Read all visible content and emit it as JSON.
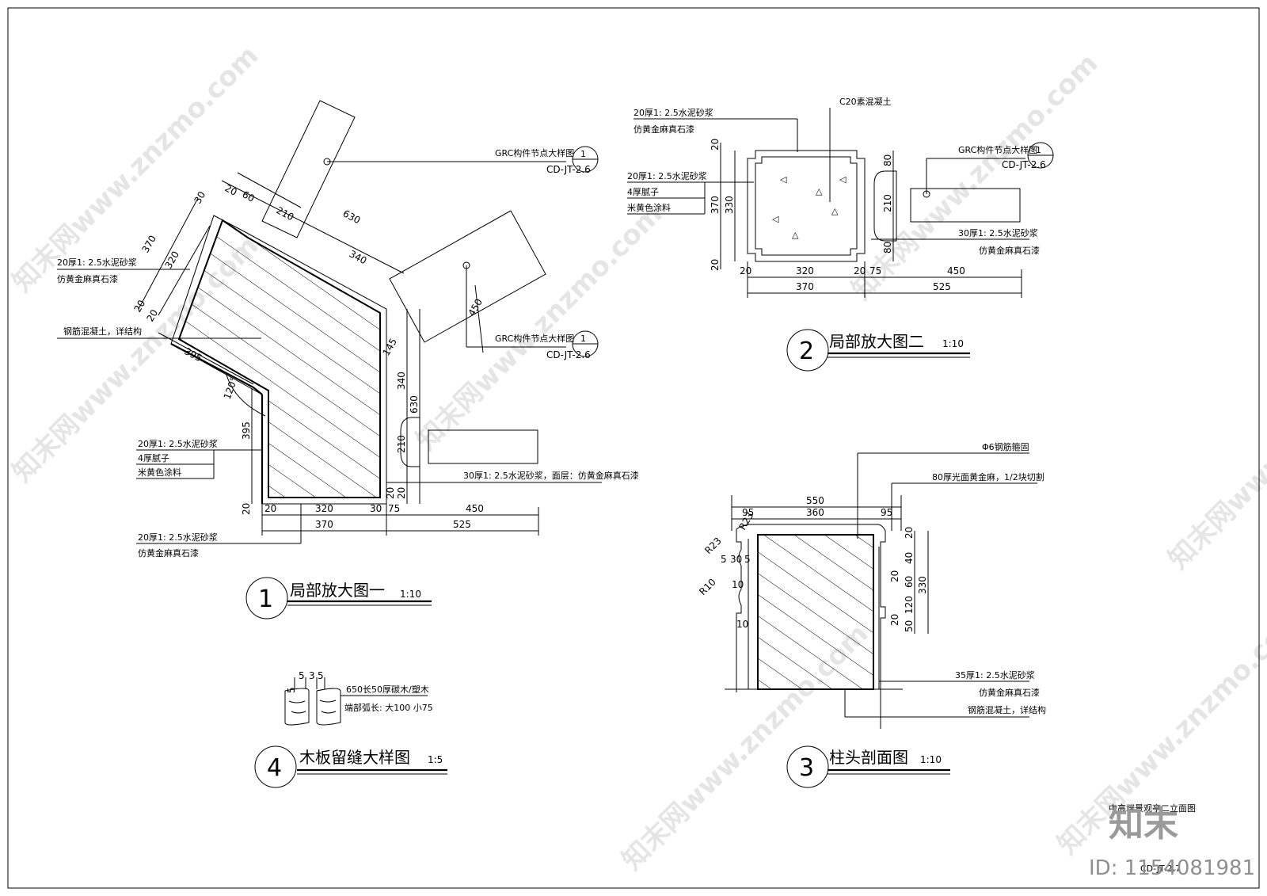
{
  "details": {
    "d1": {
      "number": "1",
      "title": "局部放大图一",
      "scale": "1:10",
      "labels": {
        "finish_top": "20厚1: 2.5水泥砂浆",
        "finish_top_sub": "仿黄金麻真石漆",
        "rc": "钢筋混凝土，详结构",
        "left_a": "20厚1: 2.5水泥砂浆",
        "left_b": "4厚腻子",
        "left_c": "米黄色涂料",
        "bottom_a": "20厚1: 2.5水泥砂浆",
        "bottom_b": "仿黄金麻真石漆",
        "right_a": "30厚1: 2.5水泥砂浆，面层：仿黄金麻真石漆"
      },
      "callouts": [
        {
          "title": "GRC构件节点大样图",
          "num": "1",
          "ref": "CD-JT-2.6"
        },
        {
          "title": "GRC构件节点大样图",
          "num": "1",
          "ref": "CD-JT-2.6"
        }
      ],
      "dims": {
        "d20a": "20",
        "d60": "60",
        "d210": "210",
        "d630": "630",
        "d30": "30",
        "d370": "370",
        "d320": "320",
        "d340": "340",
        "d450": "450",
        "d20b": "20",
        "d20c": "20",
        "d395a": "395",
        "d120": "120°",
        "d145": "145",
        "d340b": "340",
        "d630b": "630",
        "d395b": "395",
        "d210b": "210",
        "d20d": "20",
        "d20e": "20",
        "d20f": "20",
        "b20": "20",
        "b320": "320",
        "b30": "30",
        "b75": "75",
        "b450": "450",
        "b370": "370",
        "b525": "525"
      }
    },
    "d2": {
      "number": "2",
      "title": "局部放大图二",
      "scale": "1:10",
      "labels": {
        "top_a": "20厚1: 2.5水泥砂浆",
        "top_b": "仿黄金麻真石漆",
        "concrete": "C20素混凝土",
        "left_a": "20厚1: 2.5水泥砂浆",
        "left_b": "4厚腻子",
        "left_c": "米黄色涂料",
        "right_a": "30厚1: 2.5水泥砂浆",
        "right_b": "仿黄金麻真石漆"
      },
      "callout": {
        "title": "GRC构件节点大样图",
        "num": "1",
        "ref": "CD-JT-2.6"
      },
      "dims": {
        "v20a": "20",
        "v370": "370",
        "v330": "330",
        "v20b": "20",
        "r80a": "80",
        "r210": "210",
        "r80b": "80",
        "b20": "20",
        "b320": "320",
        "b20b": "20",
        "b75": "75",
        "b450": "450",
        "b370": "370",
        "b525": "525"
      }
    },
    "d3": {
      "number": "3",
      "title": "柱头剖面图",
      "scale": "1:10",
      "labels": {
        "rebar": "Φ6钢筋箍固",
        "marble": "80厚光面黄金麻，1/2块切割",
        "mortar": "35厚1: 2.5水泥砂浆",
        "stone": "仿黄金麻真石漆",
        "rc": "钢筋混凝土，详结构"
      },
      "dims": {
        "t550": "550",
        "t95a": "95",
        "t360": "360",
        "t95b": "95",
        "r23a": "R23",
        "r23b": "R23",
        "d5": "5",
        "d30": "30",
        "d5b": "5",
        "d10a": "10",
        "r10": "R10",
        "d10b": "10",
        "v20": "20",
        "v40": "40",
        "v20b": "20",
        "v60": "60",
        "v120": "120",
        "v20c": "20",
        "v50": "50",
        "v330": "330"
      }
    },
    "d4": {
      "number": "4",
      "title": "木板留缝大样图",
      "scale": "1:5",
      "labels": {
        "wood": "650长50厚碳木/塑木",
        "groove": "端部弧长: 大100 小75"
      },
      "dims": {
        "t5a": "5",
        "t3": "3",
        "t5b": "5",
        "s5": "5"
      }
    }
  },
  "footer": {
    "sheet_title": "中高端景观亭二立面图",
    "sheet_no": "CD-JT-2.7",
    "brand": "知末",
    "id": "ID: 1154081981"
  },
  "watermark": "知末网www.znzmo.com"
}
